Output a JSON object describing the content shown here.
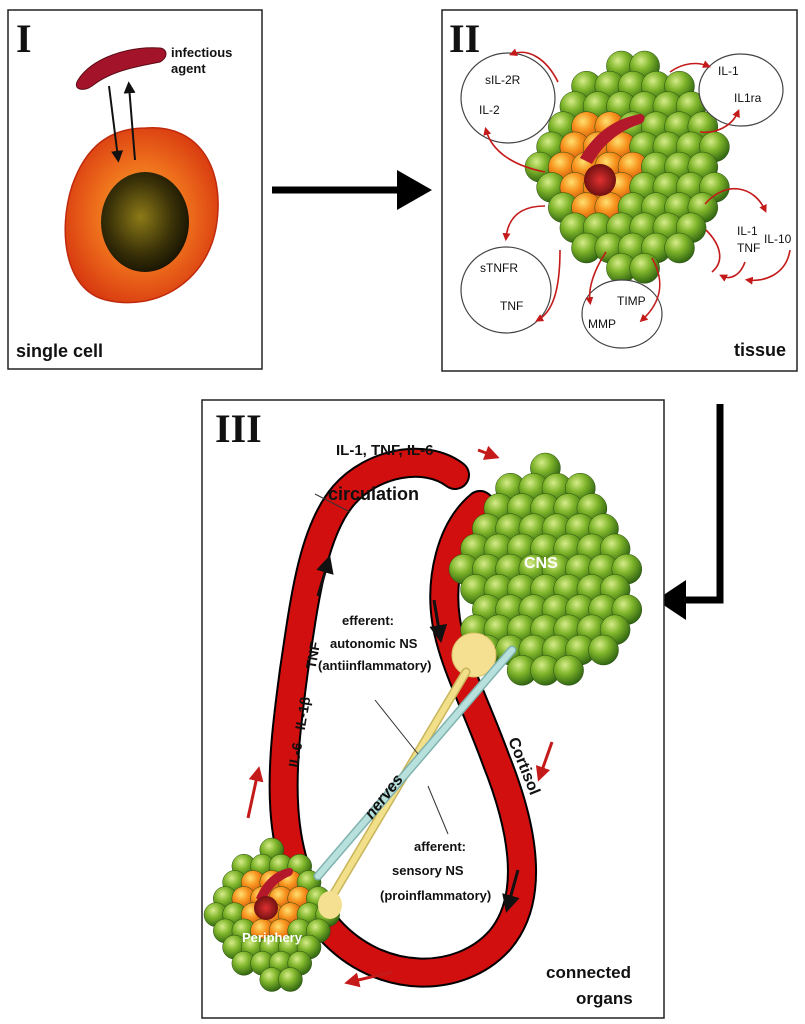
{
  "panel1": {
    "numeral": "I",
    "caption": "single cell",
    "agent_label": [
      "infectious",
      "agent"
    ]
  },
  "panel2": {
    "numeral": "II",
    "caption": "tissue",
    "circle_top_left": [
      "sIL-2R",
      "IL-2"
    ],
    "circle_top_right": [
      "IL-1",
      "IL1ra"
    ],
    "circle_bottom_left": [
      "sTNFR",
      "TNF"
    ],
    "circle_bottom_mid": [
      "TIMP",
      "MMP"
    ],
    "right_labels": [
      "IL-1",
      "TNF",
      "IL-10"
    ]
  },
  "panel3": {
    "numeral": "III",
    "caption": [
      "connected",
      "organs"
    ],
    "cns": "CNS",
    "periphery": "Periphery",
    "circulation": "circulation",
    "top_cytokines": "IL-1, TNF, IL-6",
    "vessel_left": [
      "IL-6",
      "IL-1β",
      "TNF"
    ],
    "vessel_right": "Cortisol",
    "nerves": "nerves",
    "efferent": [
      "efferent:",
      "autonomic  NS",
      "(antiinflammatory)"
    ],
    "afferent": [
      "afferent:",
      "sensory  NS",
      "(proinflammatory)"
    ]
  },
  "colors": {
    "vessel": "#d10f0f",
    "arrow": "#c41a1a",
    "cell_green": "#6aa41f",
    "cell_orange": "#f08a1a",
    "nerve_yellow": "#f2df8a",
    "nerve_blue": "#a8d4d0"
  }
}
